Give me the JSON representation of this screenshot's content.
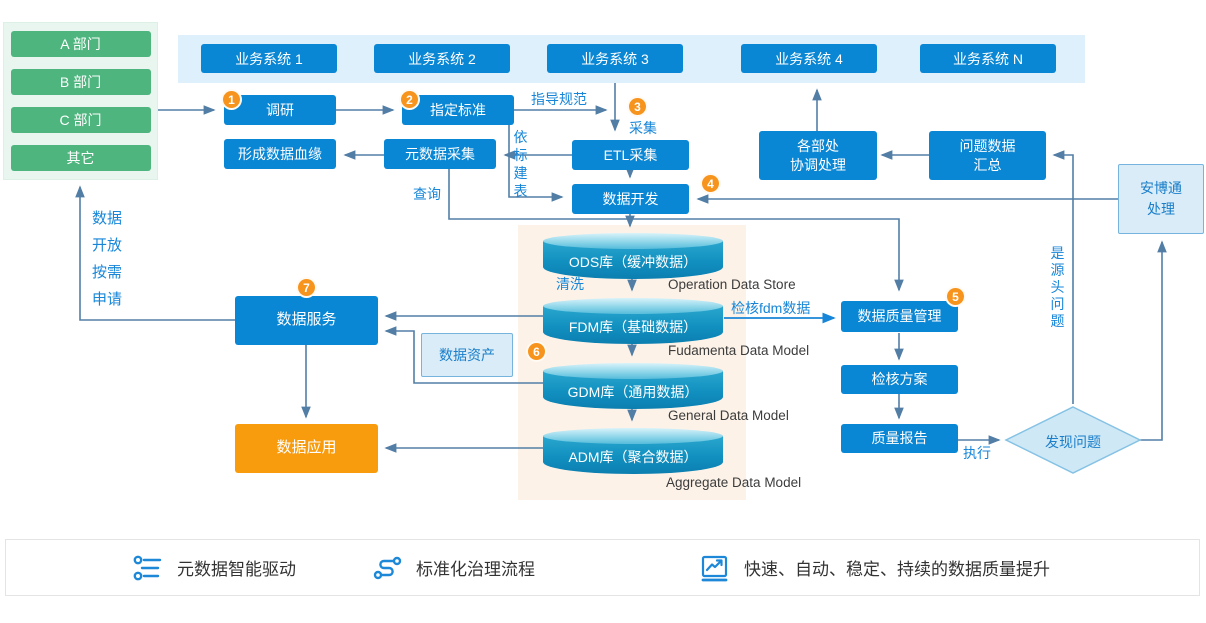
{
  "diagram": {
    "departments": [
      "A 部门",
      "B 部门",
      "C 部门",
      "其它"
    ],
    "business_systems": [
      "业务系统 1",
      "业务系统 2",
      "业务系统 3",
      "业务系统 4",
      "业务系统 N"
    ],
    "nodes": {
      "survey": "调研",
      "set_standard": "指定标准",
      "data_lineage": "形成数据血缘",
      "metadata_collect": "元数据采集",
      "etl_collect": "ETL采集",
      "data_dev": "数据开发",
      "dept_coordination": "各部处\n协调处理",
      "problem_summary": "问题数据\n汇总",
      "anbotong": "安博通\n处理",
      "quality_mgmt": "数据质量管理",
      "check_plan": "检核方案",
      "quality_report": "质量报告",
      "found_problem": "发现问题",
      "data_service": "数据服务",
      "data_app": "数据应用",
      "data_asset": "数据资产"
    },
    "cylinders": [
      {
        "label": "ODS库（缓冲数据）",
        "sub": "Operation Data Store"
      },
      {
        "label": "FDM库（基础数据）",
        "sub": "Fudamenta Data Model"
      },
      {
        "label": "GDM库（通用数据）",
        "sub": "General Data Model"
      },
      {
        "label": "ADM库（聚合数据）",
        "sub": "Aggregate Data Model"
      }
    ],
    "edge_labels": {
      "guide_spec": "指导规范",
      "collect": "采集",
      "build_by_standard": "依标建表",
      "query": "查询",
      "clean": "清洗",
      "check_fdm": "检核fdm数据",
      "execute": "执行",
      "source_problem": "是源头问题",
      "data_open_apply": "数据\n开放\n按需\n申请"
    },
    "badges": [
      "1",
      "2",
      "3",
      "4",
      "5",
      "6",
      "7"
    ]
  },
  "legend": {
    "items": [
      {
        "label": "元数据智能驱动"
      },
      {
        "label": "标准化治理流程"
      },
      {
        "label": "快速、自动、稳定、持续的数据质量提升"
      }
    ]
  },
  "colors": {
    "primary_blue": "#0986d4",
    "green": "#4db57d",
    "badge_orange": "#f7941d",
    "app_orange": "#f89c0e",
    "line": "#527ea6",
    "label_blue": "#1786d8",
    "band_blue": "#def0fb",
    "cream": "#fcf2e8"
  }
}
